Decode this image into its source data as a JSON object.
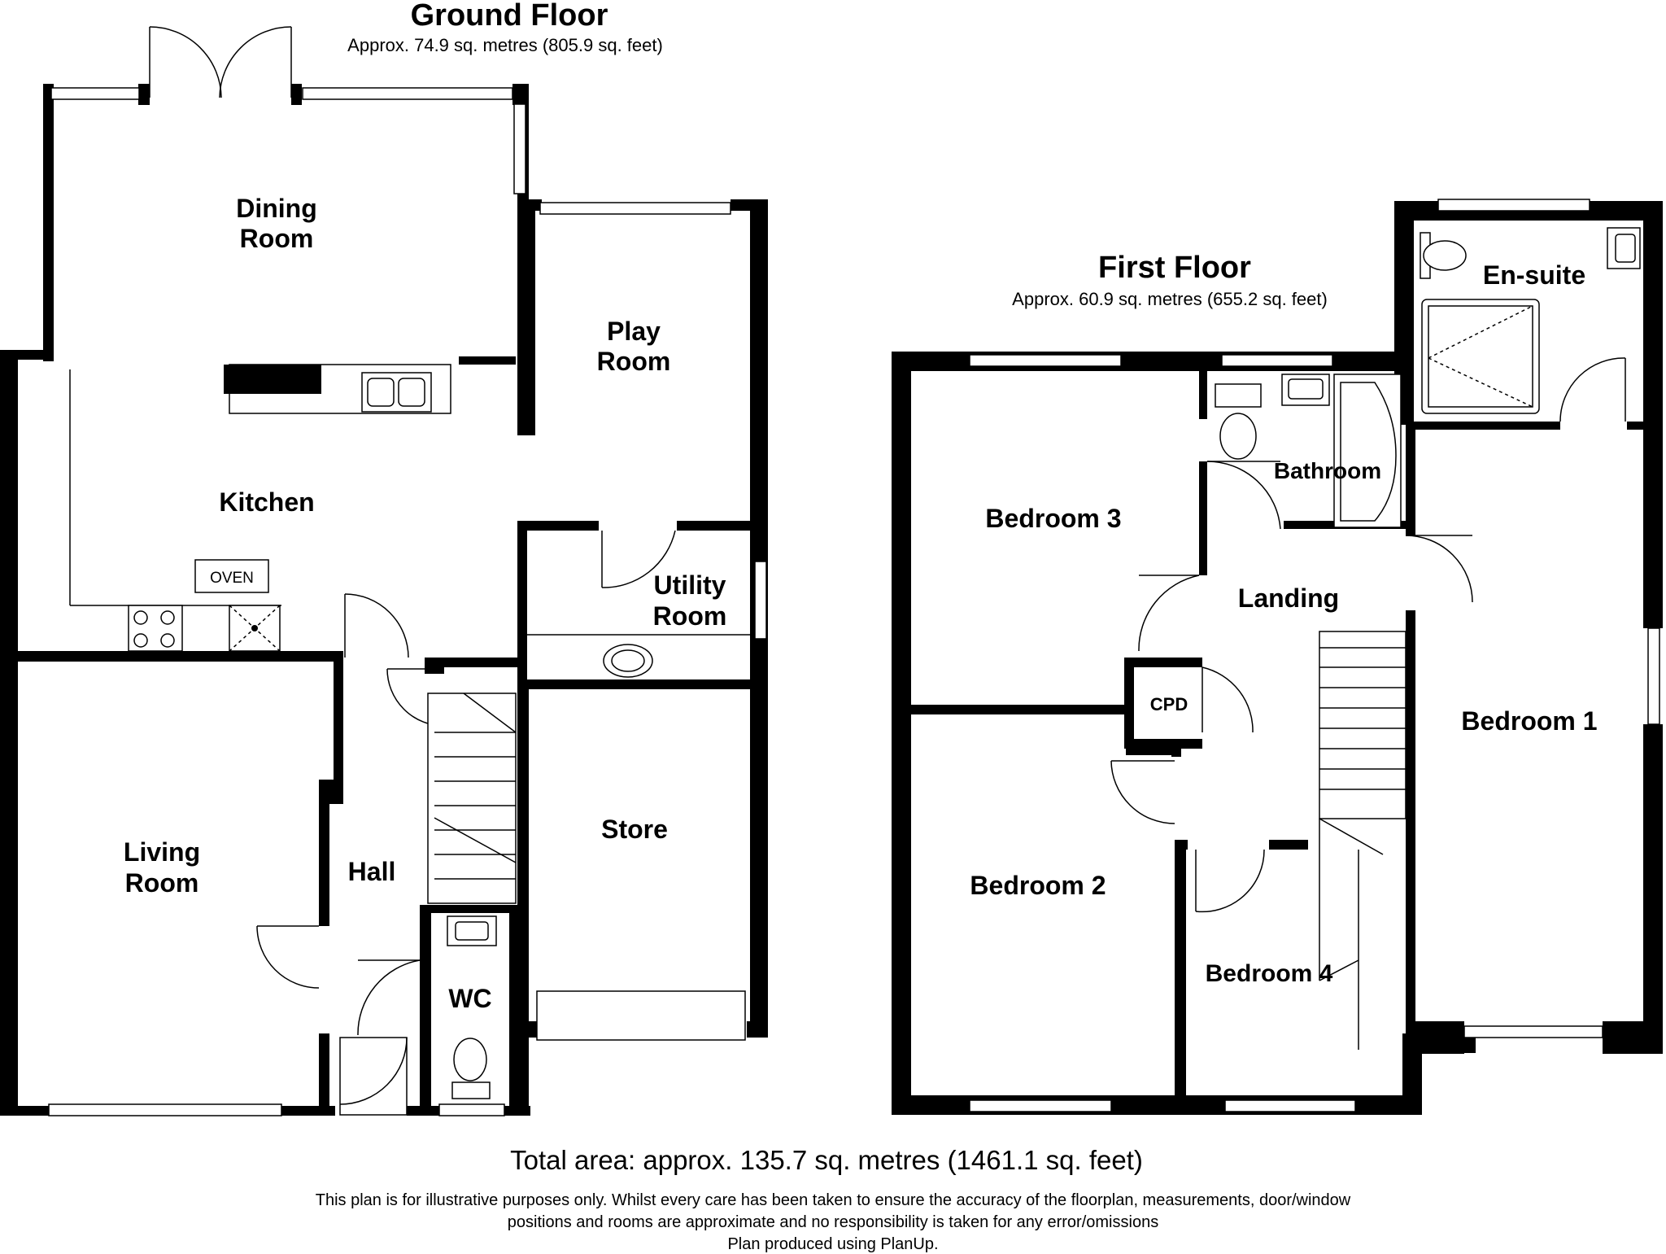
{
  "ground_floor": {
    "title": "Ground Floor",
    "area": "Approx. 74.9 sq. metres (805.9 sq. feet)",
    "rooms": {
      "dining_line1": "Dining",
      "dining_line2": "Room",
      "play_line1": "Play",
      "play_line2": "Room",
      "kitchen": "Kitchen",
      "utility_line1": "Utility",
      "utility_line2": "Room",
      "living_line1": "Living",
      "living_line2": "Room",
      "hall": "Hall",
      "store": "Store",
      "wc": "WC"
    },
    "oven_label": "OVEN"
  },
  "first_floor": {
    "title": "First Floor",
    "area": "Approx. 60.9 sq. metres (655.2 sq. feet)",
    "rooms": {
      "ensuite": "En-suite",
      "bathroom": "Bathroom",
      "bedroom3": "Bedroom 3",
      "landing": "Landing",
      "cpd": "CPD",
      "bedroom1": "Bedroom 1",
      "bedroom2": "Bedroom 2",
      "bedroom4": "Bedroom 4"
    }
  },
  "footer": {
    "total_area": "Total area: approx. 135.7 sq. metres (1461.1 sq. feet)",
    "disclaimer_line1": "This plan is for illustrative purposes only. Whilst every care has been taken to ensure the accuracy of the floorplan, measurements, door/window",
    "disclaimer_line2": "positions and rooms are approximate and no responsibility is taken for any error/omissions",
    "produced_by": "Plan produced using PlanUp."
  }
}
